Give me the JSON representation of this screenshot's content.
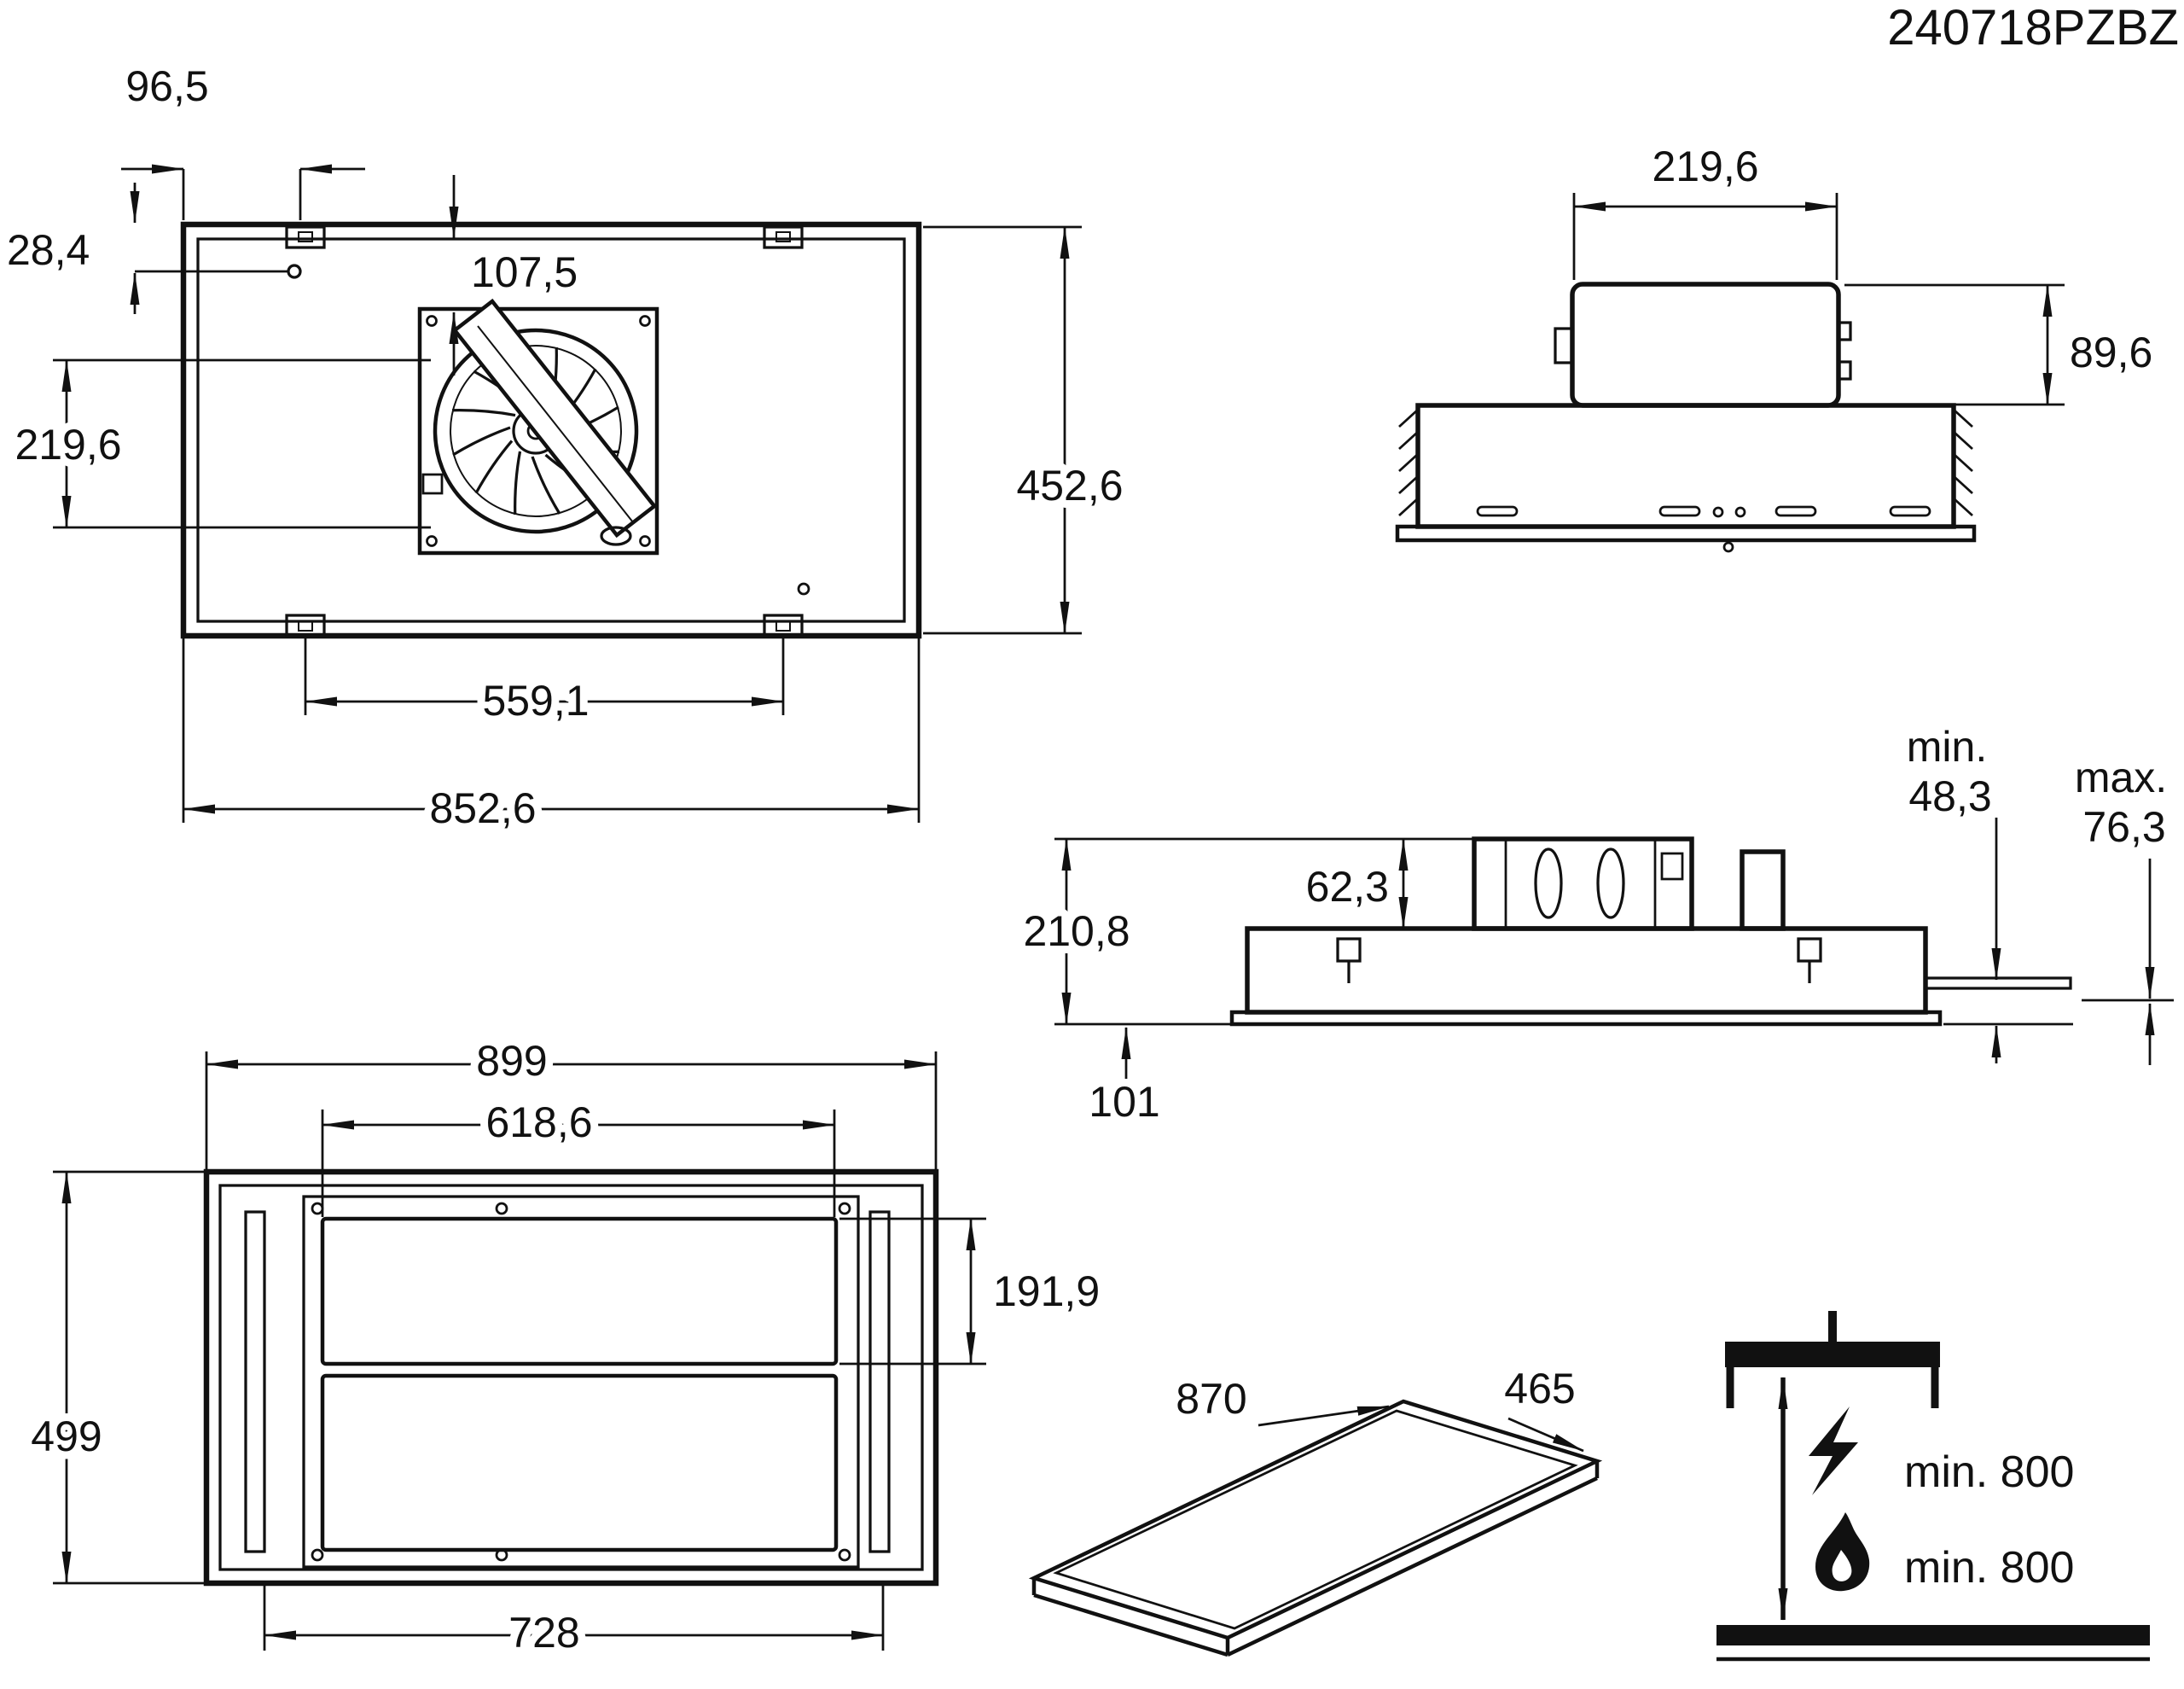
{
  "doc_code": "240718PZBZ",
  "top_view": {
    "offset_x": "96,5",
    "offset_y": "28,4",
    "fan_offset": "107,5",
    "duct_span": "219,6",
    "depth": "452,6",
    "bracket_spacing": "559,1",
    "width": "852,6"
  },
  "duct_view": {
    "width": "219,6",
    "height": "89,6"
  },
  "side_view": {
    "recess_min_label": "min.",
    "recess_min_value": "48,3",
    "recess_max_label": "max.",
    "recess_max_value": "76,3",
    "motor_step": "62,3",
    "total_height": "210,8",
    "panel_drop": "101"
  },
  "panel_view": {
    "width": "899",
    "filter_width": "618,6",
    "filter_height": "191,9",
    "depth": "499",
    "inner_width": "728"
  },
  "iso_view": {
    "length": "870",
    "depth": "465"
  },
  "clearance": {
    "electric_hob": "min. 800",
    "gas_hob": "min. 800"
  }
}
